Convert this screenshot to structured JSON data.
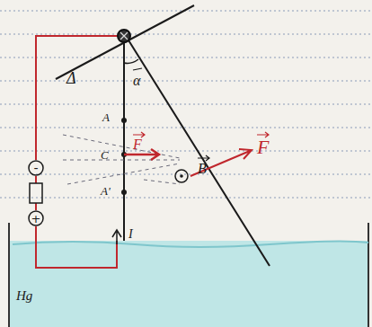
{
  "diagram": {
    "labels": [
      "Δ",
      "α",
      "A",
      "C",
      "A'",
      "F",
      "B",
      "F",
      "I",
      "Hg",
      "-",
      "+"
    ]
  }
}
